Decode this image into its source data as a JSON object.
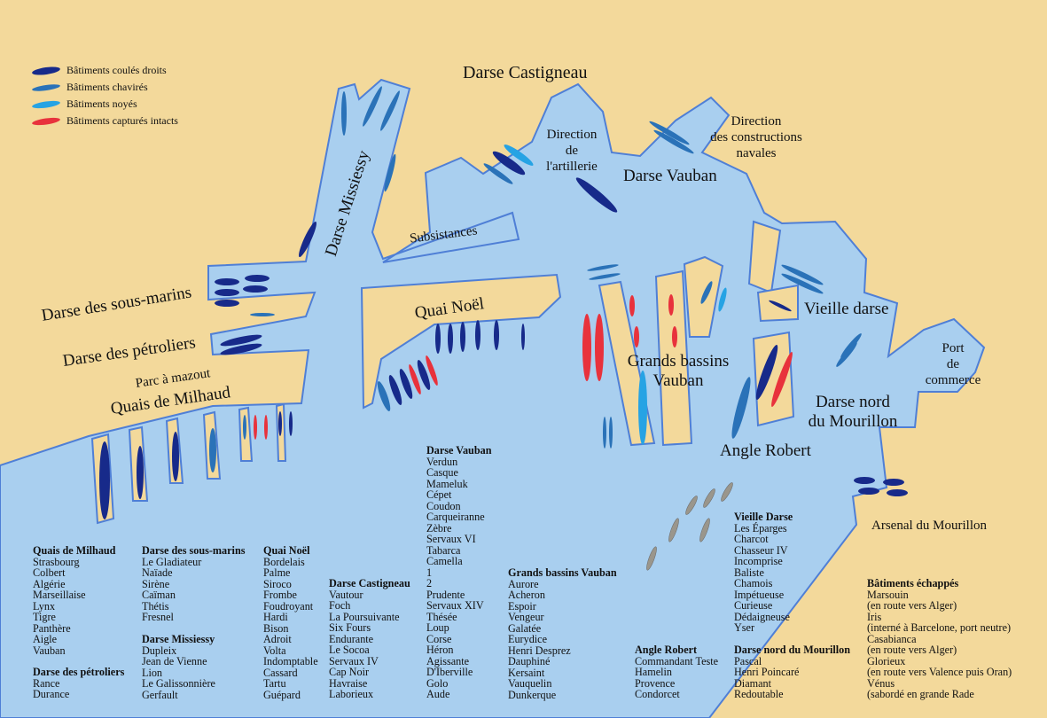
{
  "colors": {
    "land": "#f3d99b",
    "water": "#a9cfef",
    "shore": "#4f7fd6",
    "sunk_upright": "#172a8a",
    "capsized": "#2a72b8",
    "flooded": "#26a3e4",
    "captured": "#e8323c",
    "escaped": "#9a968c"
  },
  "legend": [
    {
      "label": "Bâtiments coulés droits",
      "icon": "ship-sunk-upright"
    },
    {
      "label": "Bâtiments chavirés",
      "icon": "ship-capsized"
    },
    {
      "label": "Bâtiments noyés",
      "icon": "ship-flooded"
    },
    {
      "label": "Bâtiments capturés intacts",
      "icon": "ship-captured"
    }
  ],
  "labels": {
    "castigneau": "Darse Castigneau",
    "artillerie": [
      "Direction",
      "de",
      "l'artillerie"
    ],
    "constructions": [
      "Direction",
      "des constructions",
      "navales"
    ],
    "vauban": "Darse Vauban",
    "subsistances": "Subsistances",
    "missiessy": "Darse Missiessy",
    "sous_marins": "Darse des sous-marins",
    "petroliers": "Darse des pétroliers",
    "mazout": "Parc à mazout",
    "milhaud": "Quais de Milhaud",
    "quai_noel": "Quai Noël",
    "grands_bassins": [
      "Grands bassins",
      "Vauban"
    ],
    "vieille_darse": "Vieille darse",
    "port_commerce": [
      "Port",
      "de",
      "commerce"
    ],
    "darse_nord": [
      "Darse nord",
      "du Mourillon"
    ],
    "angle_robert": "Angle Robert",
    "arsenal_mourillon": "Arsenal du Mourillon"
  },
  "lists": [
    {
      "title": "Quais de Milhaud",
      "ships": [
        "Strasbourg",
        "Colbert",
        "Algérie",
        "Marseillaise",
        "Lynx",
        "Tigre",
        "Panthère",
        "Aigle",
        "Vauban"
      ]
    },
    {
      "title": "Darse des pétroliers",
      "ships": [
        "Rance",
        "Durance"
      ]
    },
    {
      "title": "Darse des sous-marins",
      "ships": [
        "Le Gladiateur",
        "Naïade",
        "Sirène",
        "Caïman",
        "Thétis",
        "Fresnel"
      ]
    },
    {
      "title": "Darse Missiessy",
      "ships": [
        "Dupleix",
        "Jean de Vienne",
        "Lion",
        "Le Galissonnière",
        "Gerfault"
      ]
    },
    {
      "title": "Quai Noël",
      "ships": [
        "Bordelais",
        "Palme",
        "Siroco",
        "Frombe",
        "Foudroyant",
        "Hardi",
        "Bison",
        "Adroit",
        "Volta",
        "Indomptable",
        "Cassard",
        "Tartu",
        "Guépard"
      ]
    },
    {
      "title": "Darse Castigneau",
      "ships": [
        "Vautour",
        "Foch",
        "La Poursuivante",
        "Six Fours",
        "Endurante",
        "Le Socoa",
        "Servaux IV",
        "Cap Noir",
        "Havraise",
        "Laborieux"
      ]
    },
    {
      "title": "Darse Vauban",
      "ships": [
        "Verdun",
        "Casque",
        "Mameluk",
        "Cépet",
        "Coudon",
        "Carqueiranne",
        "Zèbre",
        "Servaux VI",
        "Tabarca",
        "Camella",
        "1",
        "2",
        "Prudente",
        "Servaux XIV",
        "Thésée",
        "Loup",
        "Corse",
        "Héron",
        "Agissante",
        "D'Iberville",
        "Golo",
        "Aude"
      ]
    },
    {
      "title": "Grands bassins Vauban",
      "ships": [
        "Aurore",
        "Acheron",
        "Espoir",
        "Vengeur",
        "Galatée",
        "Eurydice",
        "Henri Desprez",
        "Dauphiné",
        "Kersaint",
        "Vauquelin",
        "Dunkerque"
      ]
    },
    {
      "title": "Angle Robert",
      "ships": [
        "Commandant Teste",
        "Hamelin",
        "Provence",
        "Condorcet"
      ]
    },
    {
      "title": "Vieille Darse",
      "ships": [
        "Les Éparges",
        "Charcot",
        "Chasseur IV",
        "Incomprise",
        "Baliste",
        "Chamois",
        "Impétueuse",
        "Curieuse",
        "Dédaigneuse",
        "Yser"
      ]
    },
    {
      "title": "Darse nord du Mourillon",
      "ships": [
        "Pascal",
        "Henri Poincaré",
        "Diamant",
        "Redoutable"
      ]
    },
    {
      "title": "Bâtiments échappés",
      "ships": [
        "Marsouin",
        "(en route vers Alger)",
        "Iris",
        "(interné à Barcelone, port neutre)",
        "Casabianca",
        "(en route vers Alger)",
        "Glorieux",
        "(en route vers Valence puis Oran)",
        "Vénus",
        "(sabordé en grande Rade"
      ]
    }
  ]
}
